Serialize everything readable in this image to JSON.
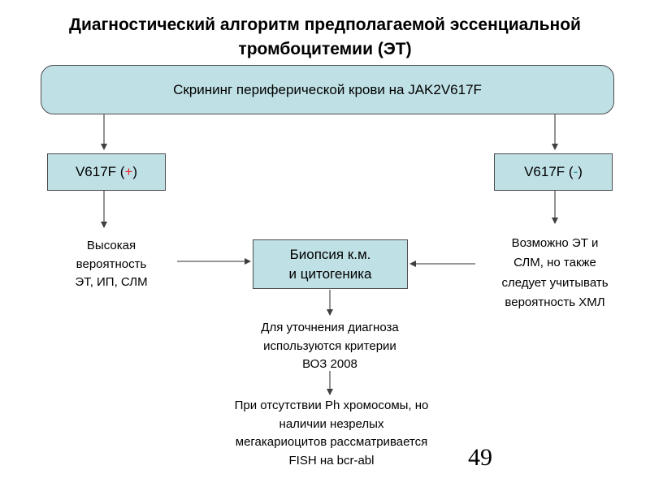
{
  "slide": {
    "title": "Диагностический алгоритм предполагаемой эссенциальной\nтромбоцитемии (ЭТ)",
    "page_number": "49"
  },
  "flowchart": {
    "screening_box": "Скрининг периферической крови на JAK2V617F",
    "v617f_positive": {
      "label_pre": "V617F (",
      "sign": "+",
      "label_post": ")"
    },
    "v617f_negative": {
      "label_pre": "V617F (",
      "sign": "-",
      "label_post": ")"
    },
    "biopsy_box": "Биопсия к.м.\nи цитогеника",
    "left_note": "Высокая\nвероятность\nЭТ, ИП, СЛМ",
    "right_note": "Возможно ЭТ и\nСЛМ, но также\nследует учитывать\nвероятность ХМЛ",
    "who_note": "Для уточнения диагноза\nиспользуются критерии\nВОЗ 2008",
    "fish_note": "При отсутствии Ph хромосомы, но\nналичии незрелых\nмегакариоцитов рассматривается\nFISH на bcr-abl"
  },
  "colors": {
    "box_fill": "#bfe0e5",
    "box_border": "#4d4d4d",
    "plus_sign": "#e8252a",
    "minus_sign": "#2b9da1",
    "connector": "#595959"
  }
}
